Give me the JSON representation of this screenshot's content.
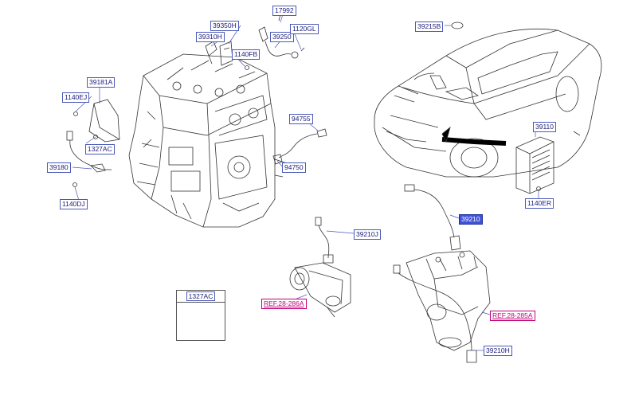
{
  "labels": {
    "l17992": "17992",
    "l39350H": "39350H",
    "l39310H": "39310H",
    "l39250": "39250",
    "l1120GL": "1120GL",
    "l1140FB": "1140FB",
    "l39181A": "39181A",
    "l1140EJ": "1140EJ",
    "l1327AC_a": "1327AC",
    "l39180": "39180",
    "l1140DJ": "1140DJ",
    "l94755": "94755",
    "l94750": "94750",
    "l39215B": "39215B",
    "l39110": "39110",
    "l1140ER": "1140ER",
    "l39210": "39210",
    "l39210J": "39210J",
    "l39210H": "39210H",
    "l1327AC_inset": "1327AC"
  },
  "refs": {
    "ref_286A": "REF.28-286A",
    "ref_285A": "REF.28-285A"
  },
  "colors": {
    "label_text": "#1a1a7a",
    "label_border": "#4a5ab8",
    "selected_bg": "#3f52d8",
    "ref_color": "#c2007a",
    "line_art": "#333333"
  }
}
